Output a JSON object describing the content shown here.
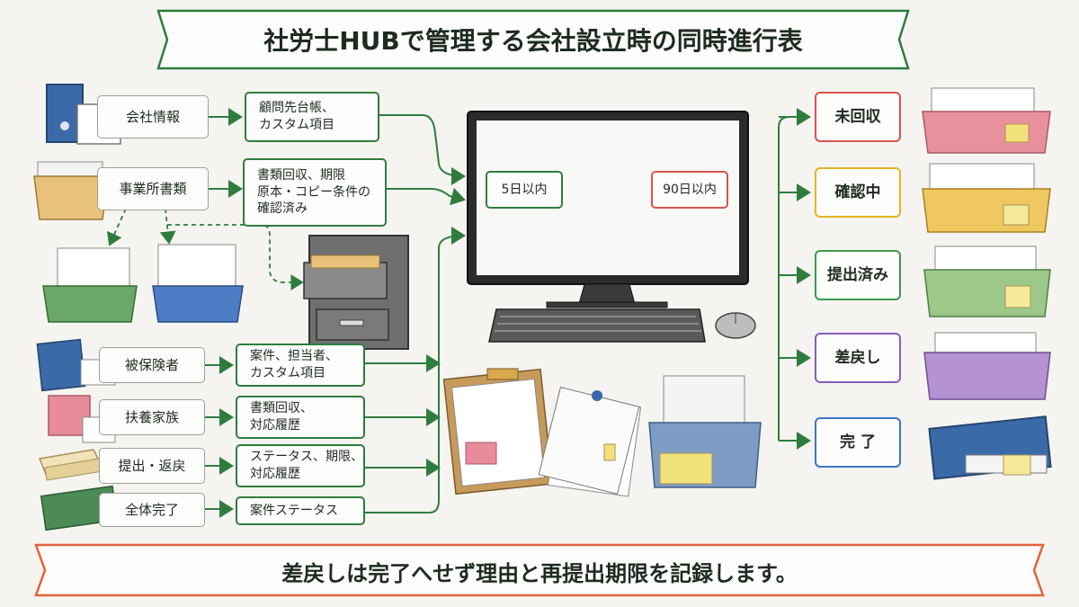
{
  "title": "社労士HUBで管理する会社設立時の同時進行表",
  "left_items": [
    {
      "label": "会社情報",
      "note": "顧問先台帳、\nカスタム項目"
    },
    {
      "label": "事業所書類",
      "note": "書類回収、期限\n原本・コピー条件の\n確認済み"
    },
    {
      "label": "被保険者",
      "note": "案件、担当者、\nカスタム項目"
    },
    {
      "label": "扶養家族",
      "note": "書類回収、\n対応履歴"
    },
    {
      "label": "提出・返戻",
      "note": "ステータス、期限、\n対応履歴"
    },
    {
      "label": "全体完了",
      "note": "案件ステータス"
    }
  ],
  "monitor": {
    "deadline_short": "5日以内",
    "deadline_long": "90日以内"
  },
  "statuses": [
    {
      "label": "未回収",
      "color": "#d9534f"
    },
    {
      "label": "確認中",
      "color": "#e6b422"
    },
    {
      "label": "提出済み",
      "color": "#3c9a4c"
    },
    {
      "label": "差戻し",
      "color": "#8a5cb8"
    },
    {
      "label": "完 了",
      "color": "#3a78c2"
    }
  ],
  "footer": "差戻しは完了へせず理由と再提出期限を記録します。",
  "colors": {
    "accent_green": "#2e7d3e",
    "banner_border": "#2e7d3e",
    "footer_border": "#e0643a"
  }
}
